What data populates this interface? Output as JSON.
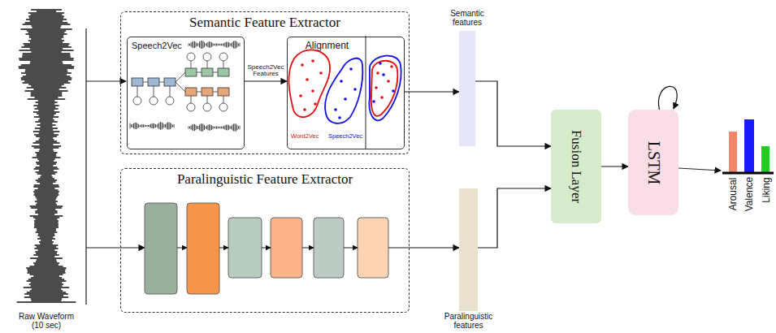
{
  "diagram": {
    "nodes": [
      {
        "text": [
          "Semantic Feature Extractor"
        ]
      },
      {
        "text": [
          "Speech2Vec"
        ],
        "in": 0
      },
      {
        "text": [
          "Alignment",
          "Word2Vec",
          "Speech2Vec"
        ],
        "in": 0
      },
      {
        "text": [
          "Paralinguistic Feature Extractor"
        ]
      },
      {
        "text": [
          "Semantic features"
        ]
      },
      {
        "text": [
          "Paralinguistic features"
        ]
      },
      {
        "text": [
          "Fusion Layer"
        ]
      },
      {
        "text": [
          "LSTM"
        ]
      }
    ],
    "edges": [
      {
        "from": 1,
        "to": 2,
        "arrow": "to",
        "label": "Speech2Vec Features"
      },
      {
        "from": 2,
        "to": 4,
        "arrow": "to"
      },
      {
        "from": 3,
        "to": 5,
        "arrow": "to"
      },
      {
        "from": 4,
        "to": 6,
        "arrow": "to"
      },
      {
        "from": 5,
        "to": 6,
        "arrow": "to"
      },
      {
        "from": 6,
        "to": 7,
        "arrow": "to"
      },
      {
        "from": 7,
        "to": 7,
        "arrow": "to"
      }
    ],
    "labels": [
      "Raw Waveform (10 sec)",
      "Arousal",
      "Valence",
      "Liking"
    ]
  }
}
